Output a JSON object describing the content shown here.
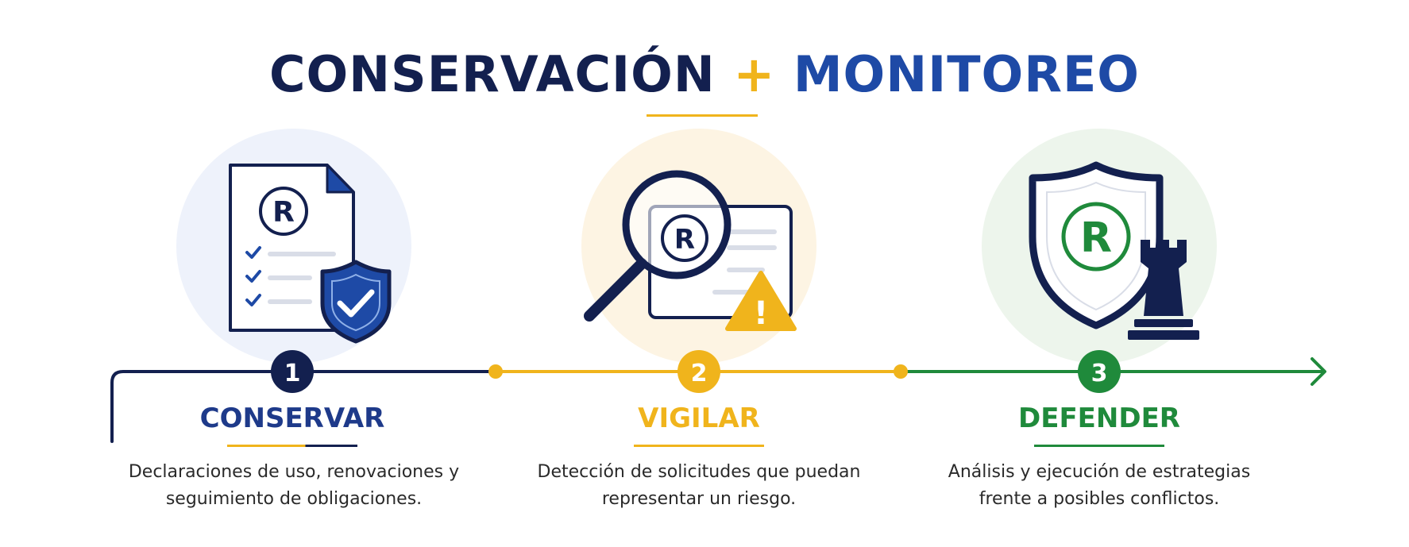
{
  "title": {
    "part1": "CONSERVACIÓN",
    "plus": "+",
    "part2": "MONITOREO"
  },
  "steps": [
    {
      "number": "1",
      "title": "CONSERVAR",
      "description": "Declaraciones de uso, renovaciones y seguimiento de obligaciones.",
      "icon": "document-check-shield-icon",
      "color": "#1e3a8a"
    },
    {
      "number": "2",
      "title": "VIGILAR",
      "description": "Detección de solicitudes que puedan representar un riesgo.",
      "icon": "magnifier-warning-icon",
      "color": "#f0b41c"
    },
    {
      "number": "3",
      "title": "DEFENDER",
      "description": "Análisis y ejecución de estrategias frente a posibles conflictos.",
      "icon": "shield-rook-icon",
      "color": "#1f8a3b"
    }
  ],
  "colors": {
    "navy": "#13204f",
    "blue": "#1e4aa6",
    "gold": "#f0b41c",
    "green": "#1f8a3b"
  },
  "icon_glyph": "R",
  "warning_glyph": "!"
}
